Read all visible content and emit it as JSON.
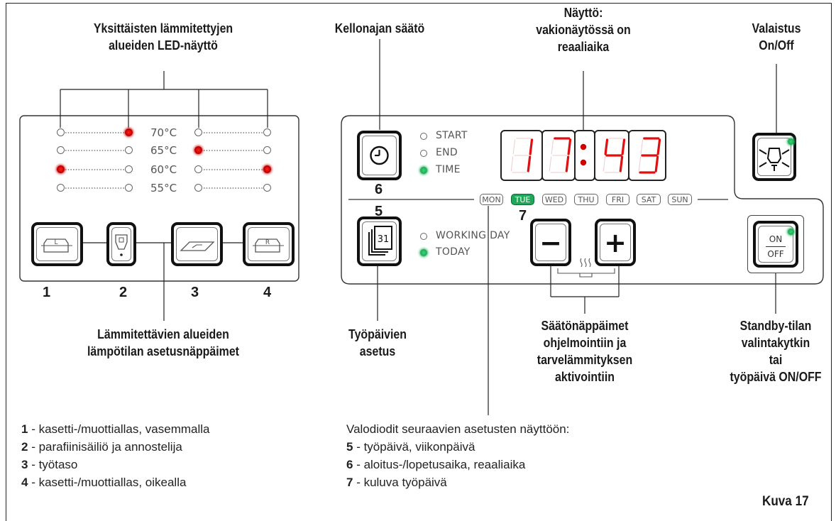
{
  "callouts": {
    "led_display": [
      "Yksittäisten lämmitettyjen",
      "alueiden LED-näyttö"
    ],
    "clock": "Kellonajan säätö",
    "display": [
      "Näyttö:",
      "vakionäytössä on",
      "reaaliaika"
    ],
    "lighting": [
      "Valaistus",
      "On/Off"
    ],
    "temp_buttons": [
      "Lämmitettävien alueiden",
      "lämpötilan asetusnäppäimet"
    ],
    "workdays": [
      "Työpäivien",
      "asetus"
    ],
    "adjust_keys": [
      "Säätönäppäimet",
      "ohjelmointiin ja",
      "tarvelämmityksen",
      "aktivointiin"
    ],
    "standby": [
      "Standby-tilan",
      "valintakytkin",
      "tai",
      "työpäivä ON/OFF"
    ]
  },
  "left_panel": {
    "temperatures": [
      "70°C",
      "65°C",
      "60°C",
      "55°C"
    ],
    "led_states_left": [
      [
        "off",
        "red"
      ],
      [
        "off",
        "off"
      ],
      [
        "red",
        "off"
      ],
      [
        "off",
        "off"
      ]
    ],
    "led_states_right": [
      [
        "off",
        "off"
      ],
      [
        "red",
        "off"
      ],
      [
        "off",
        "red"
      ],
      [
        "off",
        "off"
      ]
    ],
    "button_icons": [
      "left-bath-icon",
      "paraffin-dispenser-icon",
      "work-surface-icon",
      "right-bath-icon"
    ],
    "button_icon_labels": [
      "L",
      "R"
    ],
    "numbers": [
      "1",
      "2",
      "3",
      "4"
    ]
  },
  "right_panel": {
    "mode_labels": [
      "START",
      "END",
      "TIME"
    ],
    "active_mode": "TIME",
    "display_time": [
      "1",
      "7",
      "4",
      "3"
    ],
    "days": [
      "MON",
      "TUE",
      "WED",
      "THU",
      "FRI",
      "SAT",
      "SUN"
    ],
    "active_day": "TUE",
    "calendar_day": "31",
    "workday_labels": [
      "WORKING DAY",
      "TODAY"
    ],
    "active_workday": "TODAY",
    "minus": "−",
    "plus": "+",
    "onoff_top": "ON",
    "onoff_bottom": "OFF",
    "numbers": {
      "clock": "6",
      "calendar": "5",
      "day": "7"
    }
  },
  "legend_left": [
    {
      "num": "1",
      "text": " - kasetti-/muottiallas, vasemmalla"
    },
    {
      "num": "2",
      "text": " - parafiinisäiliö ja annostelija"
    },
    {
      "num": "3",
      "text": " - työtaso"
    },
    {
      "num": "4",
      "text": " - kasetti-/muottiallas, oikealla"
    }
  ],
  "legend_right_intro": "Valodiodit seuraavien asetusten näyttöön:",
  "legend_right": [
    {
      "num": "5",
      "text": " - työpäivä, viikonpäivä"
    },
    {
      "num": "6",
      "text": " - aloitus-/lopetusaika, reaaliaika"
    },
    {
      "num": "7",
      "text": " - kuluva työpäivä"
    }
  ],
  "figure_label": "Kuva 17",
  "colors": {
    "led_red": "#d10000",
    "led_green": "#1fa85a",
    "segment_red": "#e01010"
  }
}
